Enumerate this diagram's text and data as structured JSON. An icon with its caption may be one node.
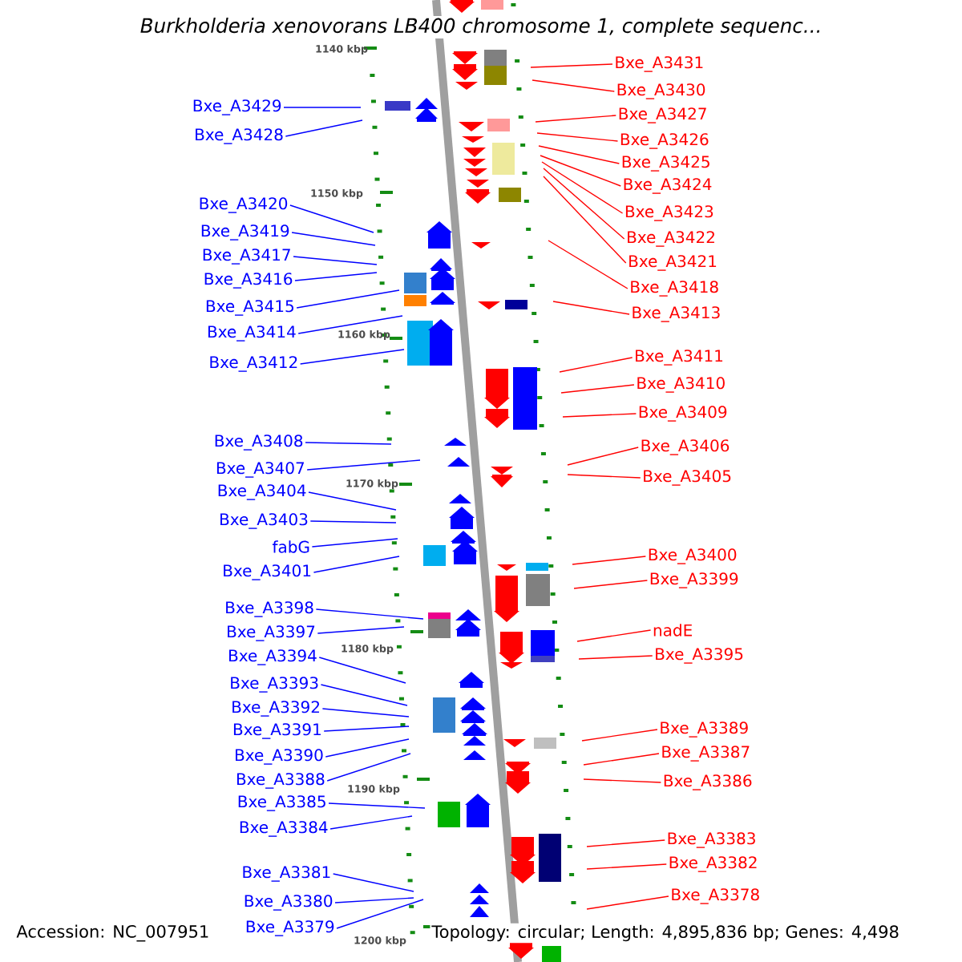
{
  "diagram": {
    "title": "Burkholderia xenovorans LB400 chromosome 1, complete sequenc...",
    "nodes": [
      {
        "text": [
          "Bxe_A3429"
        ]
      },
      {
        "text": [
          "Bxe_A3428"
        ]
      },
      {
        "text": [
          "Bxe_A3420"
        ]
      },
      {
        "text": [
          "Bxe_A3419"
        ]
      },
      {
        "text": [
          "Bxe_A3417"
        ]
      },
      {
        "text": [
          "Bxe_A3416"
        ]
      },
      {
        "text": [
          "Bxe_A3415"
        ]
      },
      {
        "text": [
          "Bxe_A3414"
        ]
      },
      {
        "text": [
          "Bxe_A3412"
        ]
      },
      {
        "text": [
          "Bxe_A3408"
        ]
      },
      {
        "text": [
          "Bxe_A3407"
        ]
      },
      {
        "text": [
          "Bxe_A3404"
        ]
      },
      {
        "text": [
          "Bxe_A3403"
        ]
      },
      {
        "text": [
          "fabG"
        ]
      },
      {
        "text": [
          "Bxe_A3401"
        ]
      },
      {
        "text": [
          "Bxe_A3398"
        ]
      },
      {
        "text": [
          "Bxe_A3397"
        ]
      },
      {
        "text": [
          "Bxe_A3394"
        ]
      },
      {
        "text": [
          "Bxe_A3393"
        ]
      },
      {
        "text": [
          "Bxe_A3392"
        ]
      },
      {
        "text": [
          "Bxe_A3391"
        ]
      },
      {
        "text": [
          "Bxe_A3390"
        ]
      },
      {
        "text": [
          "Bxe_A3388"
        ]
      },
      {
        "text": [
          "Bxe_A3385"
        ]
      },
      {
        "text": [
          "Bxe_A3384"
        ]
      },
      {
        "text": [
          "Bxe_A3381"
        ]
      },
      {
        "text": [
          "Bxe_A3380"
        ]
      },
      {
        "text": [
          "Bxe_A3379"
        ]
      },
      {
        "text": [
          "Bxe_A3431"
        ]
      },
      {
        "text": [
          "Bxe_A3430"
        ]
      },
      {
        "text": [
          "Bxe_A3427"
        ]
      },
      {
        "text": [
          "Bxe_A3426"
        ]
      },
      {
        "text": [
          "Bxe_A3425"
        ]
      },
      {
        "text": [
          "Bxe_A3424"
        ]
      },
      {
        "text": [
          "Bxe_A3423"
        ]
      },
      {
        "text": [
          "Bxe_A3422"
        ]
      },
      {
        "text": [
          "Bxe_A3421"
        ]
      },
      {
        "text": [
          "Bxe_A3418"
        ]
      },
      {
        "text": [
          "Bxe_A3413"
        ]
      },
      {
        "text": [
          "Bxe_A3411"
        ]
      },
      {
        "text": [
          "Bxe_A3410"
        ]
      },
      {
        "text": [
          "Bxe_A3409"
        ]
      },
      {
        "text": [
          "Bxe_A3406"
        ]
      },
      {
        "text": [
          "Bxe_A3405"
        ]
      },
      {
        "text": [
          "Bxe_A3400"
        ]
      },
      {
        "text": [
          "Bxe_A3399"
        ]
      },
      {
        "text": [
          "nadE"
        ]
      },
      {
        "text": [
          "Bxe_A3395"
        ]
      },
      {
        "text": [
          "Bxe_A3389"
        ]
      },
      {
        "text": [
          "Bxe_A3387"
        ]
      },
      {
        "text": [
          "Bxe_A3386"
        ]
      },
      {
        "text": [
          "Bxe_A3383"
        ]
      },
      {
        "text": [
          "Bxe_A3382"
        ]
      },
      {
        "text": [
          "Bxe_A3378"
        ]
      }
    ],
    "edges": [
      {
        "from": 0,
        "to": null,
        "arrow": "none"
      },
      {
        "from": 1,
        "to": null,
        "arrow": "none"
      },
      {
        "from": 2,
        "to": null,
        "arrow": "none"
      },
      {
        "from": 3,
        "to": null,
        "arrow": "none"
      },
      {
        "from": 4,
        "to": null,
        "arrow": "none"
      },
      {
        "from": 5,
        "to": null,
        "arrow": "none"
      },
      {
        "from": 6,
        "to": null,
        "arrow": "none"
      },
      {
        "from": 7,
        "to": null,
        "arrow": "none"
      },
      {
        "from": 8,
        "to": null,
        "arrow": "none"
      },
      {
        "from": 9,
        "to": null,
        "arrow": "none"
      },
      {
        "from": 10,
        "to": null,
        "arrow": "none"
      },
      {
        "from": 11,
        "to": null,
        "arrow": "none"
      },
      {
        "from": 12,
        "to": null,
        "arrow": "none"
      },
      {
        "from": 13,
        "to": null,
        "arrow": "none"
      },
      {
        "from": 14,
        "to": null,
        "arrow": "none"
      },
      {
        "from": 15,
        "to": null,
        "arrow": "none"
      },
      {
        "from": 16,
        "to": null,
        "arrow": "none"
      },
      {
        "from": 17,
        "to": null,
        "arrow": "none"
      },
      {
        "from": 18,
        "to": null,
        "arrow": "none"
      },
      {
        "from": 19,
        "to": null,
        "arrow": "none"
      },
      {
        "from": 20,
        "to": null,
        "arrow": "none"
      },
      {
        "from": 21,
        "to": null,
        "arrow": "none"
      },
      {
        "from": 22,
        "to": null,
        "arrow": "none"
      },
      {
        "from": 23,
        "to": null,
        "arrow": "none"
      },
      {
        "from": 24,
        "to": null,
        "arrow": "none"
      },
      {
        "from": 25,
        "to": null,
        "arrow": "none"
      },
      {
        "from": 26,
        "to": null,
        "arrow": "none"
      },
      {
        "from": 27,
        "to": null,
        "arrow": "none"
      },
      {
        "from": 28,
        "to": null,
        "arrow": "none",
        "color": "#ff0000"
      },
      {
        "from": 29,
        "to": null,
        "arrow": "none",
        "color": "#ff0000"
      },
      {
        "from": 30,
        "to": null,
        "arrow": "none",
        "color": "#ff0000"
      },
      {
        "from": 31,
        "to": null,
        "arrow": "none",
        "color": "#ff0000"
      },
      {
        "from": 32,
        "to": null,
        "arrow": "none",
        "color": "#ff0000"
      },
      {
        "from": 33,
        "to": null,
        "arrow": "none",
        "color": "#ff0000"
      },
      {
        "from": 34,
        "to": null,
        "arrow": "none",
        "color": "#ff0000"
      },
      {
        "from": 35,
        "to": null,
        "arrow": "none",
        "color": "#ff0000"
      },
      {
        "from": 36,
        "to": null,
        "arrow": "none",
        "color": "#ff0000"
      },
      {
        "from": 37,
        "to": null,
        "arrow": "none",
        "color": "#ff0000"
      },
      {
        "from": 38,
        "to": null,
        "arrow": "none",
        "color": "#ff0000"
      },
      {
        "from": 39,
        "to": null,
        "arrow": "none",
        "color": "#ff0000"
      },
      {
        "from": 40,
        "to": null,
        "arrow": "none",
        "color": "#ff0000"
      },
      {
        "from": 41,
        "to": null,
        "arrow": "none",
        "color": "#ff0000"
      },
      {
        "from": 42,
        "to": null,
        "arrow": "none",
        "color": "#ff0000"
      },
      {
        "from": 43,
        "to": null,
        "arrow": "none",
        "color": "#ff0000"
      },
      {
        "from": 44,
        "to": null,
        "arrow": "none",
        "color": "#ff0000"
      },
      {
        "from": 45,
        "to": null,
        "arrow": "none",
        "color": "#ff0000"
      },
      {
        "from": 46,
        "to": null,
        "arrow": "none",
        "color": "#ff0000"
      },
      {
        "from": 47,
        "to": null,
        "arrow": "none",
        "color": "#ff0000"
      },
      {
        "from": 48,
        "to": null,
        "arrow": "none",
        "color": "#ff0000"
      },
      {
        "from": 49,
        "to": null,
        "arrow": "none",
        "color": "#ff0000"
      },
      {
        "from": 50,
        "to": null,
        "arrow": "none",
        "color": "#ff0000"
      },
      {
        "from": 51,
        "to": null,
        "arrow": "none",
        "color": "#ff0000"
      },
      {
        "from": 52,
        "to": null,
        "arrow": "none",
        "color": "#ff0000"
      },
      {
        "from": 53,
        "to": null,
        "arrow": "none",
        "color": "#ff0000"
      }
    ],
    "labels": [
      "1140 kbp",
      "1150 kbp",
      "1160 kbp",
      "1170 kbp",
      "1180 kbp",
      "1190 kbp",
      "1200 kbp",
      "Accession: NC_007951",
      "Topology: circular; Length: 4,895,836 bp; Genes: 4,498"
    ]
  }
}
